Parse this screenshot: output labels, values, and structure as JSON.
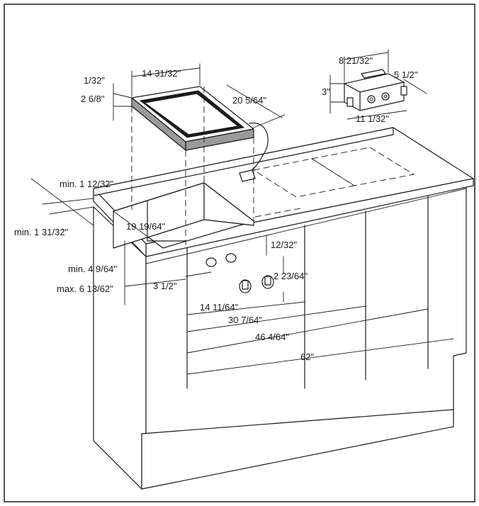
{
  "colors": {
    "line": "#1a1a1a",
    "background": "#ffffff",
    "trim": "#9a9a9a"
  },
  "dimensions": {
    "cooktop_width": "14 31/32\"",
    "cooktop_depth": "20 5/64\"",
    "cooktop_edge": "1/32\"",
    "cooktop_height": "2 6/8\"",
    "control_depth": "8 21/32\"",
    "control_side": "5 1/2\"",
    "control_height": "3\"",
    "control_width": "11 1/32\"",
    "min_top_1": "min. 1 12/32\"",
    "min_top_2": "min. 1 31/32\"",
    "cutout_depth": "19 19/64\"",
    "knob_offset_top": "12/32\"",
    "knob_spacing": "3 1/2\"",
    "knob_height": "2 23/64\"",
    "min_panel": "min. 4 9/64\"",
    "max_panel": "max. 6 13/62\"",
    "span_1": "14 11/64\"",
    "span_2": "30 7/64\"",
    "span_3": "46 4/64\"",
    "span_4": "62\""
  }
}
